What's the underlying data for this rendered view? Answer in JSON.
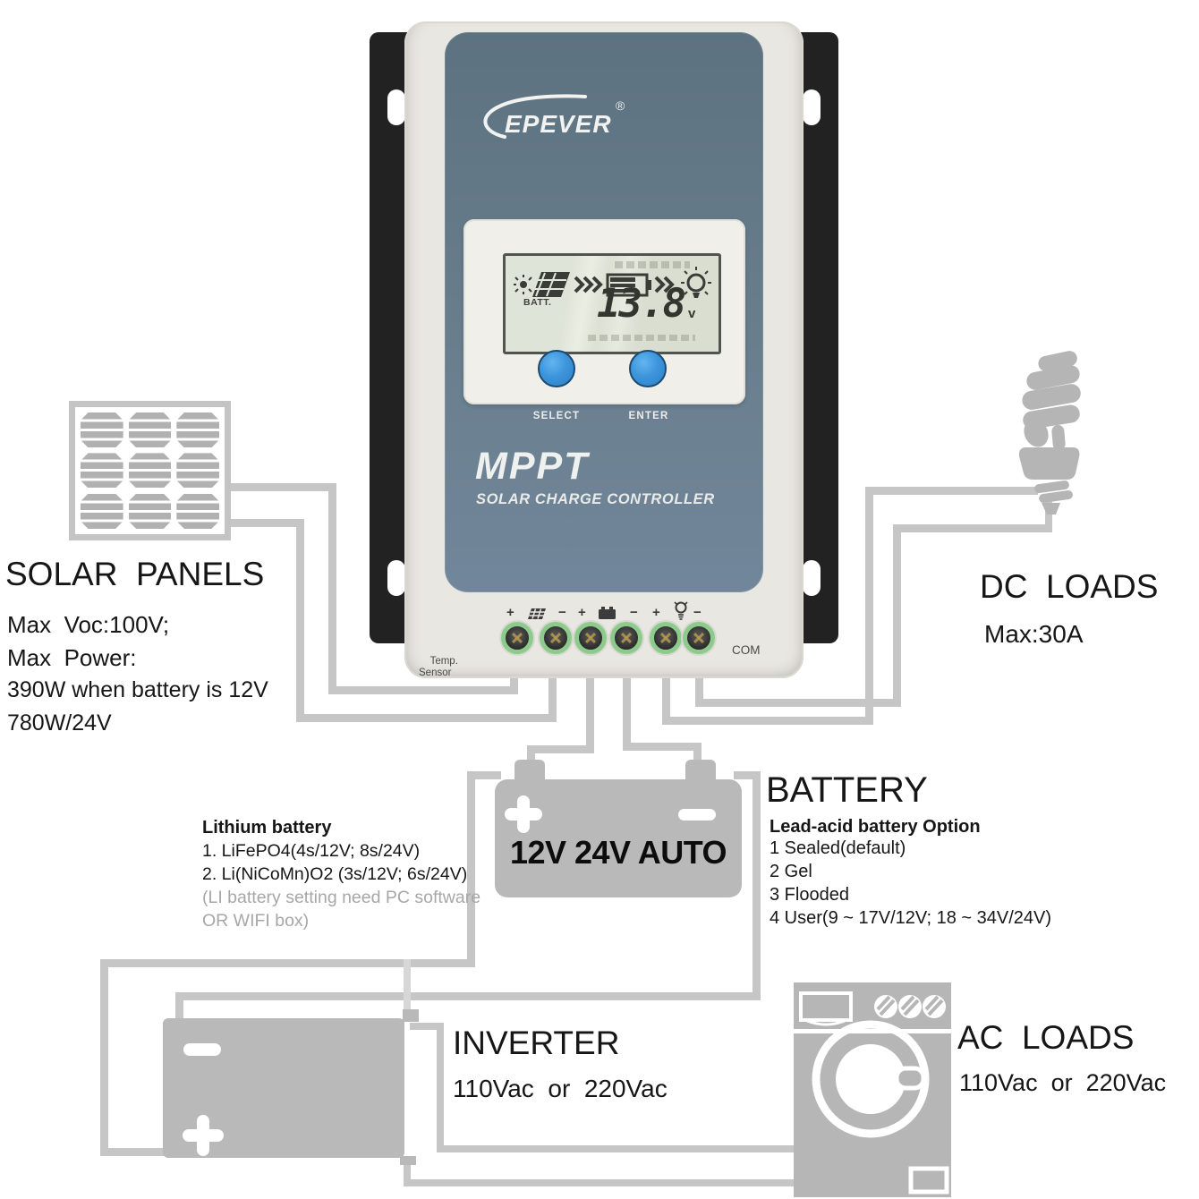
{
  "colors": {
    "accent_blue": "#3f9ade",
    "device_slate": "#667b8a",
    "wire_gray": "#c6c6c6",
    "icon_gray": "#b6b6b6",
    "terminal_green": "#8ccb8c"
  },
  "controller": {
    "brand": "EPEVER",
    "registered": "®",
    "select": "SELECT",
    "enter": "ENTER",
    "mppt": "MPPT",
    "subtitle": "SOLAR CHARGE CONTROLLER",
    "temp_line1": "Temp.",
    "temp_line2": "Sensor",
    "com": "COM",
    "plus": "+",
    "minus": "−",
    "lcd": {
      "batt": "BATT.",
      "voltage": "13.8",
      "unit": "v"
    }
  },
  "solar_panels": {
    "title": "SOLAR  PANELS",
    "line1": "Max  Voc:100V;",
    "line2": "Max  Power:",
    "line3": "390W when battery is 12V",
    "line4": "780W/24V"
  },
  "dc_loads": {
    "title": "DC  LOADS",
    "max": "Max:30A"
  },
  "battery": {
    "title": "BATTERY",
    "label": "12V 24V AUTO",
    "options_heading": "Lead-acid battery Option",
    "opt1": "1 Sealed(default)",
    "opt2": "2 Gel",
    "opt3": "3 Flooded",
    "opt4": "4 User(9 ~ 17V/12V; 18 ~ 34V/24V)"
  },
  "lithium": {
    "heading": "Lithium battery",
    "line1": "1. LiFePO4(4s/12V; 8s/24V)",
    "line2": "2. Li(NiCoMn)O2 (3s/12V; 6s/24V)",
    "note1": "(LI battery setting need PC software",
    "note2": "OR WIFI box)"
  },
  "inverter": {
    "title": "INVERTER",
    "voltage": "110Vac  or  220Vac"
  },
  "ac_loads": {
    "title": "AC  LOADS",
    "voltage": "110Vac  or  220Vac"
  }
}
